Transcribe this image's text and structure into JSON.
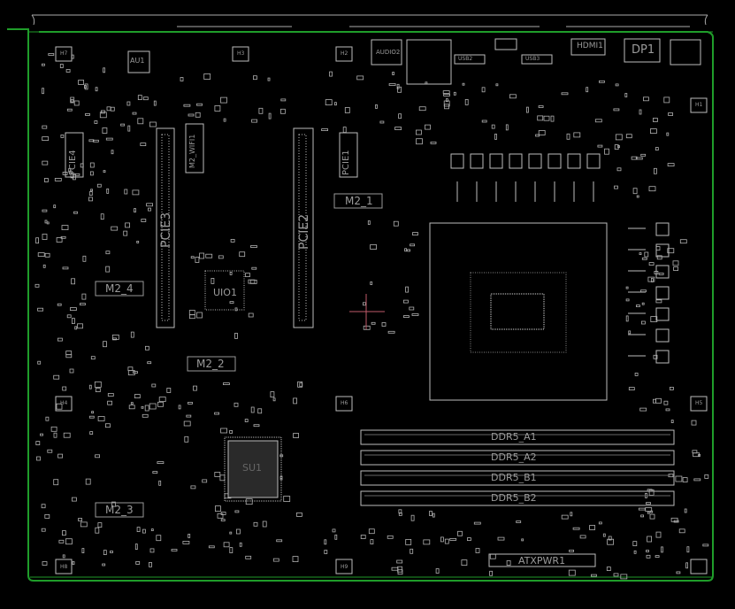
{
  "board": {
    "outline_color": "#1f9d2a",
    "silk_color": "#b8b8b8",
    "background": "#000000"
  },
  "connectors": {
    "top": [
      "AU1",
      "AUDIO2",
      "USB2",
      "USB3",
      "HDMI1",
      "DP1"
    ],
    "pcie": [
      "PCIE3",
      "PCIE2",
      "PCIE1",
      "PCIE4"
    ],
    "m2": [
      "M2_1",
      "M2_2",
      "M2_3",
      "M2_4",
      "M2_WIFI1"
    ],
    "io": [
      "UIO1",
      "SU1",
      "ATXPWR1"
    ],
    "dimms": [
      "DDR5_A1",
      "DDR5_A2",
      "DDR5_B1",
      "DDR5_B2"
    ]
  },
  "holes": [
    "H7",
    "H3",
    "H2",
    "H1",
    "H4",
    "H6",
    "H5",
    "H8",
    "H9"
  ]
}
